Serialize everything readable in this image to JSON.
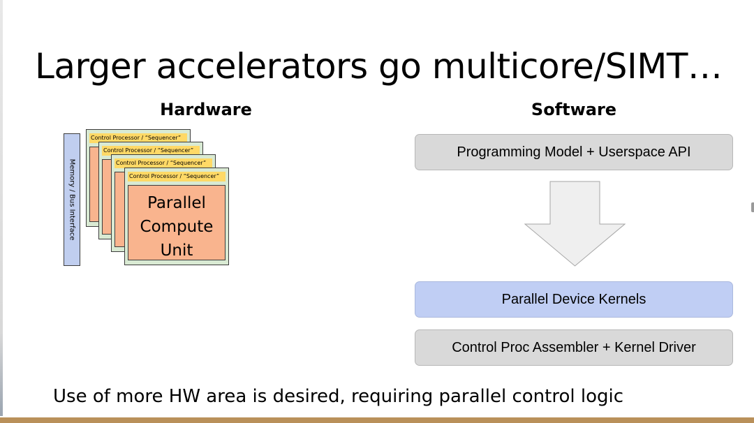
{
  "slide": {
    "title": "Larger accelerators go multicore/SIMT…",
    "footer": "Use of more HW area is desired, requiring parallel control logic"
  },
  "hardware": {
    "heading": "Hardware",
    "memory_bus_label": "Memory / Bus Interface",
    "sequencer_label": "Control Processor / “Sequencer”",
    "compute_unit_lines": [
      "Parallel",
      "Compute",
      "Unit"
    ],
    "card_count": 4
  },
  "software": {
    "heading": "Software",
    "boxes": [
      "Programming Model + Userspace API",
      "Parallel Device Kernels",
      "Control Proc Assembler + Kernel Driver"
    ]
  },
  "colors": {
    "memory_bus": "#c0ceef",
    "card_background": "#d9ead3",
    "sequencer": "#ffd966",
    "compute_unit": "#f9b48e",
    "software_box": "#d9d9d9",
    "kernels_box": "#c0cef4",
    "arrow": "#efefef",
    "bottom_bar": "#b9905a"
  }
}
